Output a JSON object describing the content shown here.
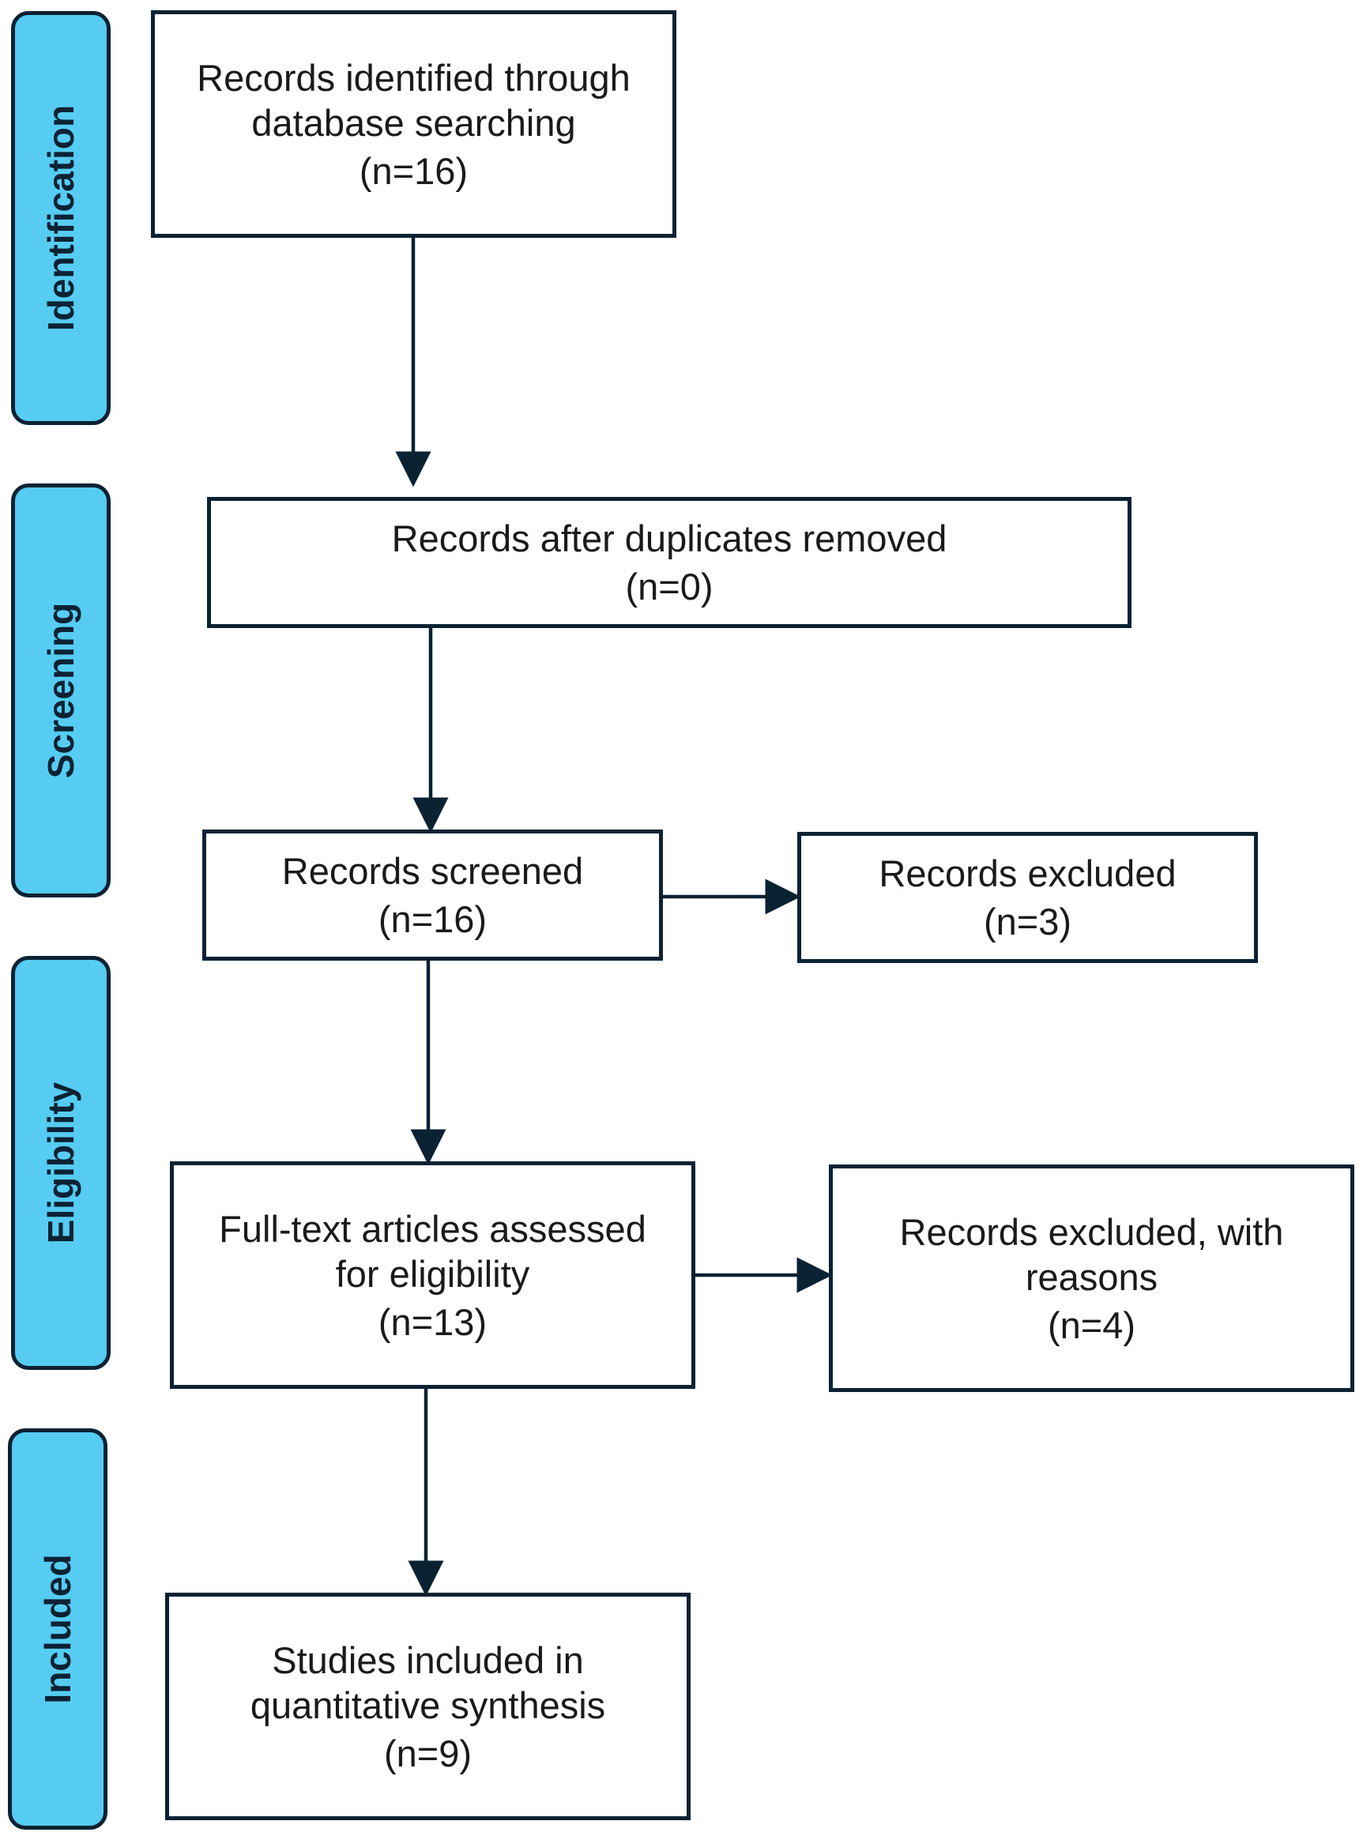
{
  "stages": {
    "identification": "Identification",
    "screening": "Screening",
    "eligibility": "Eligibility",
    "included": "Included"
  },
  "boxes": {
    "identified": {
      "line1": "Records identified through",
      "line2": "database searching",
      "count": "(n=16)"
    },
    "duplicates_removed": {
      "line1": "Records after duplicates removed",
      "count": "(n=0)"
    },
    "screened": {
      "line1": "Records screened",
      "count": "(n=16)"
    },
    "excluded": {
      "line1": "Records excluded",
      "count": "(n=3)"
    },
    "full_text": {
      "line1": "Full-text articles assessed",
      "line2": "for eligibility",
      "count": "(n=13)"
    },
    "excluded_reasons": {
      "line1": "Records excluded, with",
      "line2": "reasons",
      "count": "(n=4)"
    },
    "included_studies": {
      "line1": "Studies included in",
      "line2": "quantitative synthesis",
      "count": "(n=9)"
    }
  },
  "colors": {
    "stage_fill": "#56CCF2",
    "border": "#0b2233",
    "text": "#1a1a1a"
  }
}
